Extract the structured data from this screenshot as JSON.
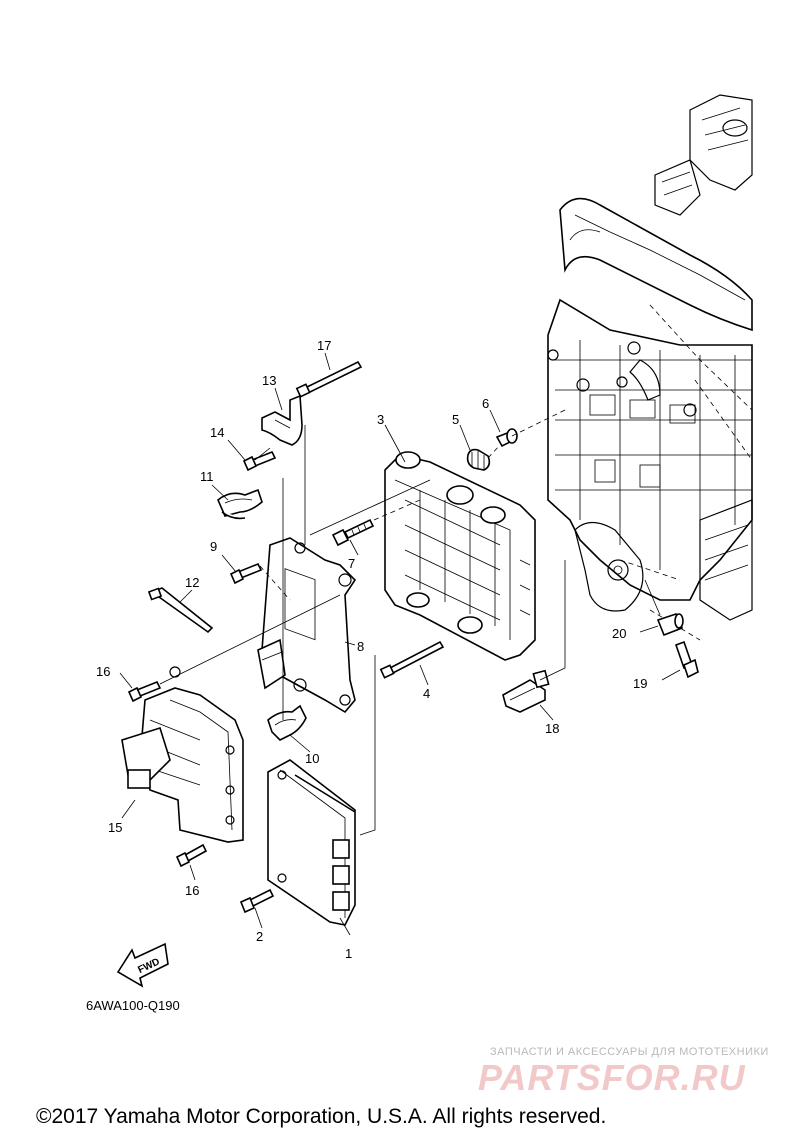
{
  "callouts": {
    "c1": "1",
    "c2": "2",
    "c3": "3",
    "c4": "4",
    "c5": "5",
    "c6": "6",
    "c7": "7",
    "c8": "8",
    "c9": "9",
    "c10": "10",
    "c11": "11",
    "c12": "12",
    "c13": "13",
    "c14": "14",
    "c15": "15",
    "c16a": "16",
    "c16b": "16",
    "c17": "17",
    "c18": "18",
    "c19": "19",
    "c20": "20"
  },
  "fwd_label": "FWD",
  "diagram_code": "6AWA100-Q190",
  "watermark": {
    "tagline": "ЗАПЧАСТИ И АКСЕССУАРЫ ДЛЯ МОТОТЕХНИКИ",
    "brand": "PARTSFOR.RU"
  },
  "copyright": "©2017 Yamaha Motor Corporation, U.S.A. All rights reserved."
}
